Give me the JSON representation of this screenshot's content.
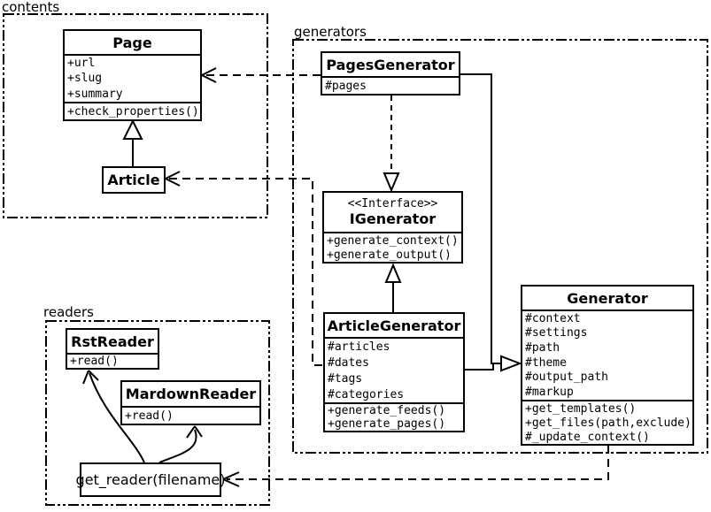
{
  "packages": {
    "contents": {
      "label": "contents"
    },
    "generators": {
      "label": "generators"
    },
    "readers": {
      "label": "readers"
    }
  },
  "classes": {
    "page": {
      "name": "Page",
      "attributes": [
        "+url",
        "+slug",
        "+summary"
      ],
      "methods": [
        "+check_properties()"
      ]
    },
    "article": {
      "name": "Article"
    },
    "pages_generator": {
      "name": "PagesGenerator",
      "attributes": [
        "#pages"
      ]
    },
    "igenerator": {
      "stereotype": "<<Interface>>",
      "name": "IGenerator",
      "methods": [
        "+generate_context()",
        "+generate_output()"
      ]
    },
    "article_generator": {
      "name": "ArticleGenerator",
      "attributes": [
        "#articles",
        "#dates",
        "#tags",
        "#categories"
      ],
      "methods": [
        "+generate_feeds()",
        "+generate_pages()"
      ]
    },
    "generator": {
      "name": "Generator",
      "attributes": [
        "#context",
        "#settings",
        "#path",
        "#theme",
        "#output_path",
        "#markup"
      ],
      "methods": [
        "+get_templates()",
        "+get_files(path,exclude)",
        "#_update_context()"
      ]
    },
    "rst_reader": {
      "name": "RstReader",
      "methods": [
        "+read()"
      ]
    },
    "mardown_reader": {
      "name": "MardownReader",
      "methods": [
        "+read()"
      ]
    },
    "get_reader": {
      "label": "get_reader(filename)"
    }
  },
  "relationships": [
    "Article --|> Page (generalization)",
    "PagesGenerator ..|> IGenerator (realization)",
    "ArticleGenerator --|> IGenerator (generalization)",
    "PagesGenerator --|> Generator (generalization)",
    "ArticleGenerator --|> Generator (generalization)",
    "PagesGenerator ..> Page (dependency)",
    "ArticleGenerator ..> Article (dependency)",
    "Generator ..> get_reader(filename) (dependency)",
    "get_reader(filename) -> RstReader (arrow)",
    "get_reader(filename) -> MardownReader (arrow)"
  ],
  "colors": {
    "line": "#000000",
    "background": "#ffffff",
    "box_fill": "#ffffff"
  }
}
